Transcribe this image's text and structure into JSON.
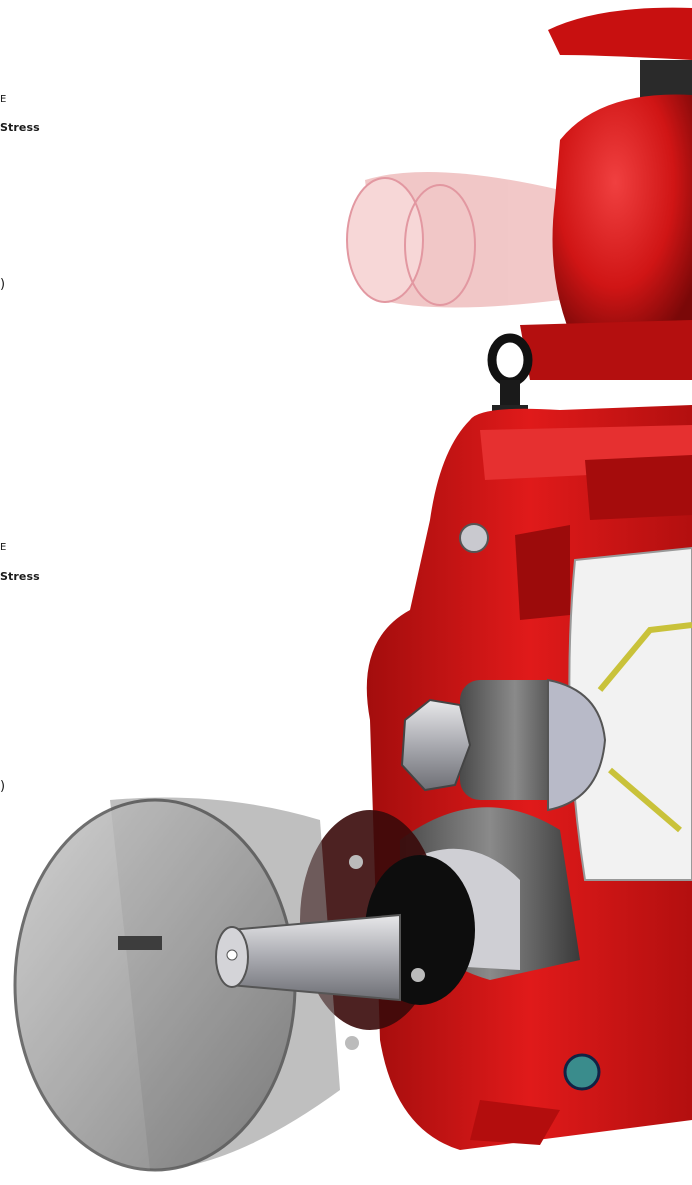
{
  "labels": {
    "upper_mark": "E",
    "upper_text": "Stress",
    "upper_bullet": ")",
    "lower_mark": "E",
    "lower_text": "Stress",
    "lower_bullet": ")"
  },
  "colors": {
    "housing_red": "#d81414",
    "housing_dark": "#8a0b0b",
    "guard_grey": "#9a9a9a",
    "accent_yellow": "#c9c23a"
  }
}
